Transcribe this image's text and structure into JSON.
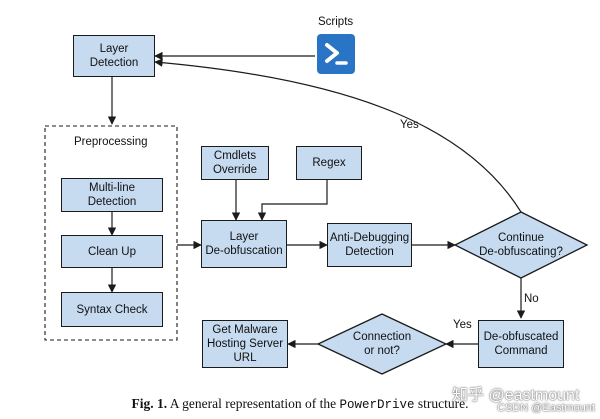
{
  "scripts_label": "Scripts",
  "preprocessing_label": "Preprocessing",
  "nodes": {
    "layer_detection": "Layer\nDetection",
    "multiline_detection": "Multi-line\nDetection",
    "clean_up": "Clean Up",
    "syntax_check": "Syntax Check",
    "cmdlets_override": "Cmdlets\nOverride",
    "regex": "Regex",
    "layer_deobfuscation": "Layer\nDe-obfuscation",
    "anti_debugging": "Anti-Debugging\nDetection",
    "continue_deobfuscating": "Continue\nDe-obfuscating?",
    "deobfuscated_command": "De-obfuscated\nCommand",
    "connection": "Connection\nor not?",
    "get_malware_url": "Get Malware\nHosting Server\nURL"
  },
  "edge_labels": {
    "yes_loop": "Yes",
    "no": "No",
    "yes_connection": "Yes"
  },
  "caption": {
    "fig": "Fig. 1.",
    "text_before": " A general representation of the ",
    "mono": "PowerDrive",
    "text_after": " structure."
  },
  "watermark": {
    "brand": "知乎 @eastmount",
    "csdn": "CSDN @Eastmount"
  },
  "colors": {
    "node_fill": "#c6daf0",
    "stroke": "#1b1b1b",
    "ps_icon_bg": "#2a74c5"
  },
  "icons": [
    "powershell-icon"
  ]
}
